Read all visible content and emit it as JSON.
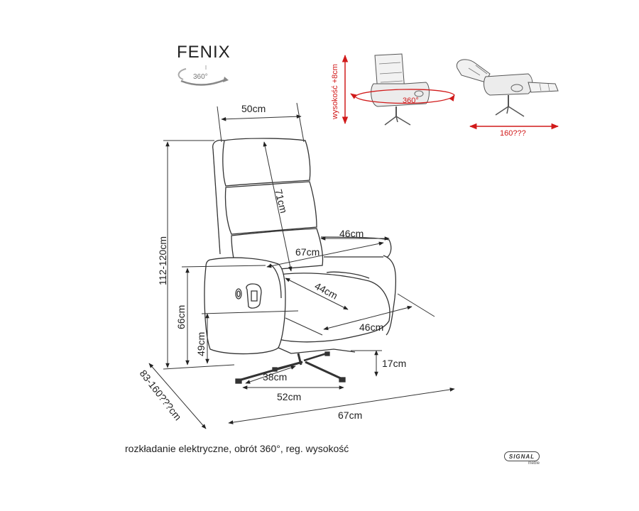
{
  "title": "FENIX",
  "rotation_badge": "360°",
  "caption": "rozkładanie elektryczne, obrót 360°, reg. wysokość",
  "logo": {
    "main": "SIGNAL",
    "sub": "meble"
  },
  "thumbnails": {
    "height_label": "wysokość +8cm",
    "rotation_label": "360°",
    "recline_length": "160???",
    "accent_color": "#d11a1a"
  },
  "dimensions": {
    "seat_width_top": "50cm",
    "backrest_height": "71cm",
    "armrest_depth": "46cm",
    "overall_depth_upper": "67cm",
    "total_height": "112-120cm",
    "seat_depth": "44cm",
    "seat_width": "46cm",
    "armrest_height": "66cm",
    "seat_height": "49cm",
    "base_height": "17cm",
    "base_width": "38cm",
    "base_depth": "52cm",
    "overall_depth": "67cm",
    "reclined_depth": "83-160???cm"
  }
}
